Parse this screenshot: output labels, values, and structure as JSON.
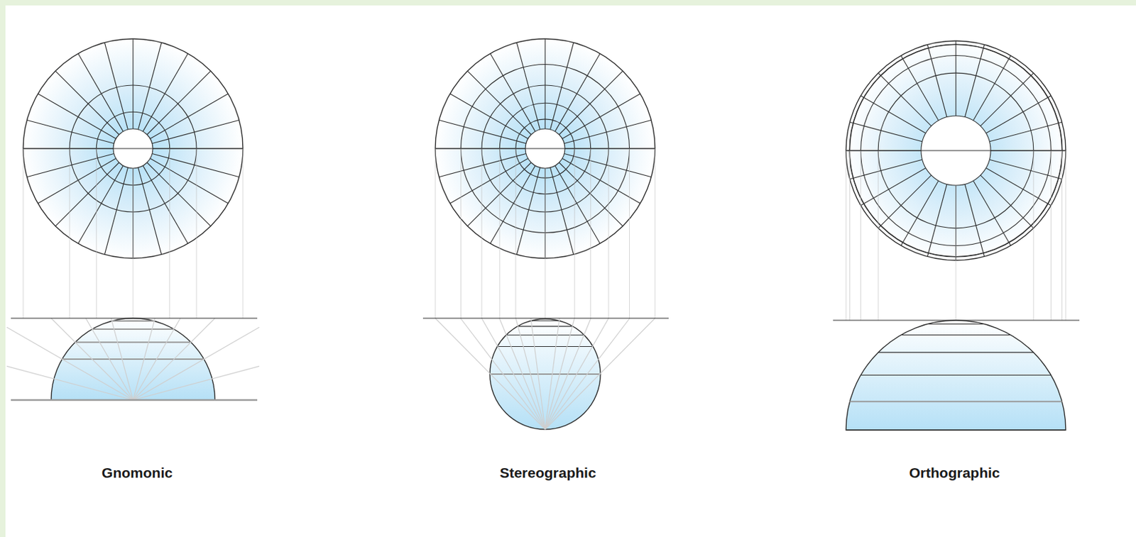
{
  "diagram": {
    "labels": [
      "Gnomonic",
      "Stereographic",
      "Orthographic"
    ]
  }
}
